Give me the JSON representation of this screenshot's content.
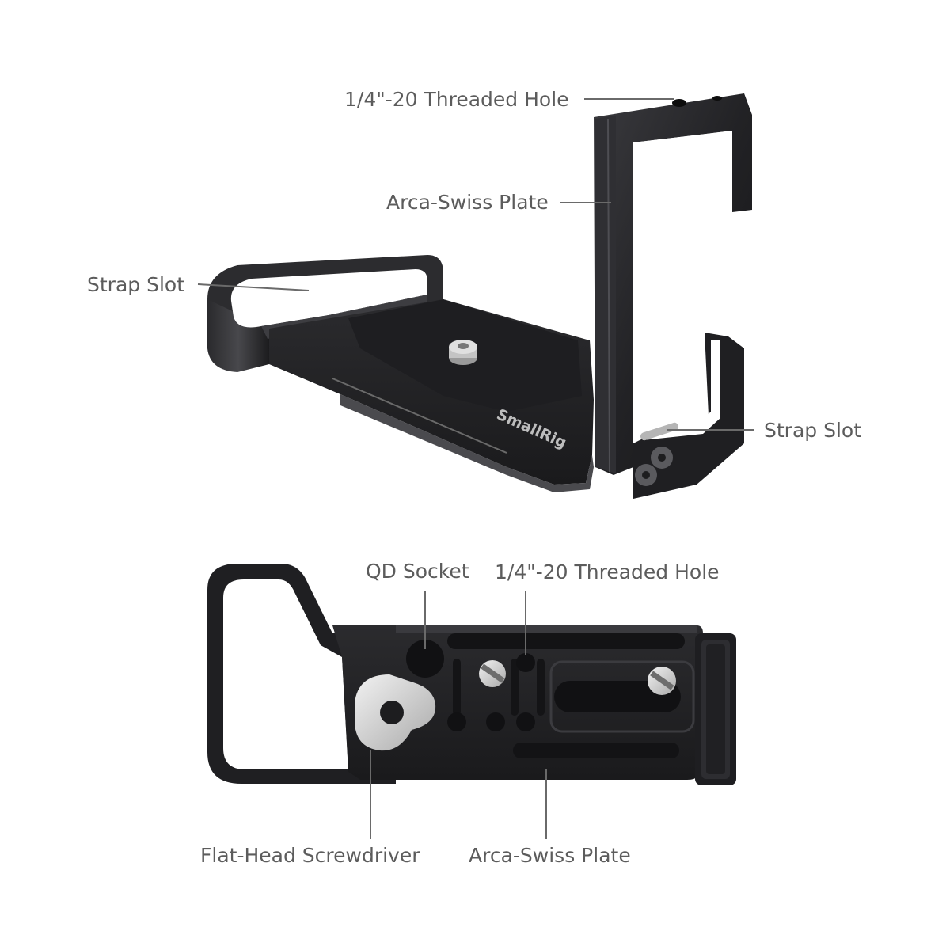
{
  "brand": {
    "logo_text": "SmallRig"
  },
  "top_view": {
    "callouts": {
      "threaded_hole": "1/4\"-20 Threaded Hole",
      "arca_plate": "Arca-Swiss Plate",
      "strap_slot_left": "Strap Slot",
      "strap_slot_right": "Strap Slot"
    }
  },
  "bottom_view": {
    "callouts": {
      "qd_socket": "QD Socket",
      "threaded_hole": "1/4\"-20 Threaded Hole",
      "screwdriver": "Flat-Head Screwdriver",
      "arca_plate": "Arca-Swiss Plate"
    }
  },
  "colors": {
    "metal_dark": "#1d1d1f",
    "metal_mid": "#2e2e31",
    "metal_light": "#4a4a4e",
    "steel": "#cfcfcf",
    "label": "#5c5c5c",
    "leader": "#6a6a6a"
  }
}
